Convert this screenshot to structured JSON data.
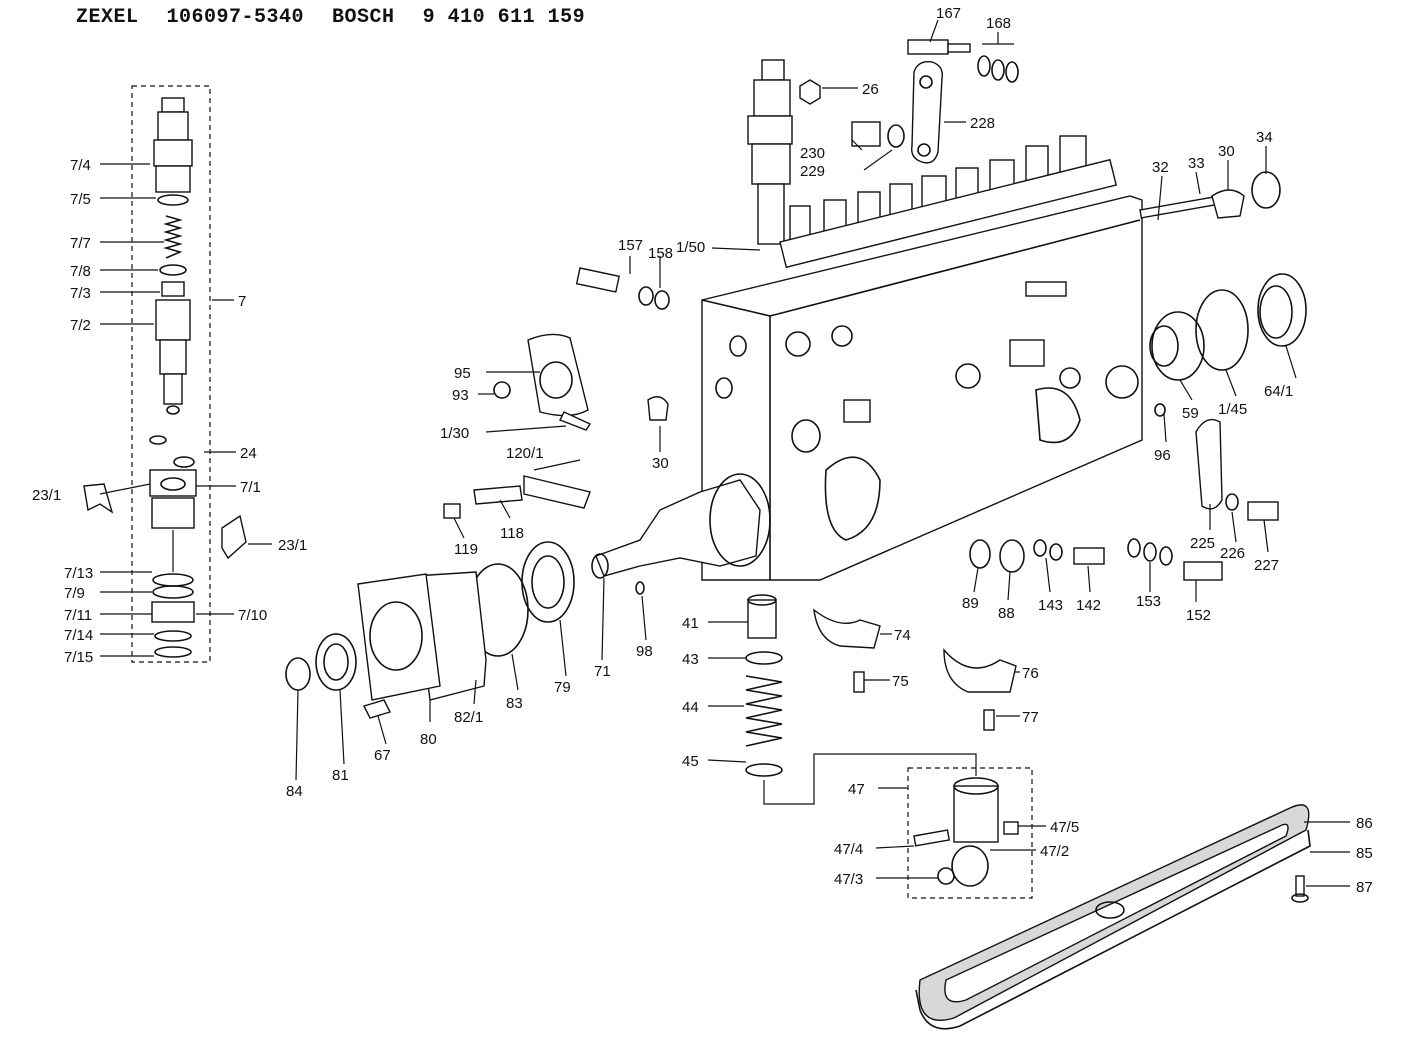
{
  "header": {
    "maker1": "ZEXEL",
    "number1": "106097-5340",
    "maker2": "BOSCH",
    "number2": "9 410 611 159"
  },
  "callouts": [
    {
      "id": "c167",
      "text": "167"
    },
    {
      "id": "c168",
      "text": "168"
    },
    {
      "id": "c26",
      "text": "26"
    },
    {
      "id": "c228",
      "text": "228"
    },
    {
      "id": "c230",
      "text": "230"
    },
    {
      "id": "c229",
      "text": "229"
    },
    {
      "id": "c32",
      "text": "32"
    },
    {
      "id": "c33",
      "text": "33"
    },
    {
      "id": "c30a",
      "text": "30"
    },
    {
      "id": "c34",
      "text": "34"
    },
    {
      "id": "c157",
      "text": "157"
    },
    {
      "id": "c158",
      "text": "158"
    },
    {
      "id": "c150",
      "text": "1/50"
    },
    {
      "id": "c74a",
      "text": "7/4"
    },
    {
      "id": "c75a",
      "text": "7/5"
    },
    {
      "id": "c77a",
      "text": "7/7"
    },
    {
      "id": "c78a",
      "text": "7/8"
    },
    {
      "id": "c73a",
      "text": "7/3"
    },
    {
      "id": "c72a",
      "text": "7/2"
    },
    {
      "id": "c7",
      "text": "7"
    },
    {
      "id": "c95",
      "text": "95"
    },
    {
      "id": "c93",
      "text": "93"
    },
    {
      "id": "c130",
      "text": "1/30"
    },
    {
      "id": "c30b",
      "text": "30"
    },
    {
      "id": "c1201",
      "text": "120/1"
    },
    {
      "id": "c24",
      "text": "24"
    },
    {
      "id": "c231a",
      "text": "23/1"
    },
    {
      "id": "c71a",
      "text": "7/1"
    },
    {
      "id": "c231b",
      "text": "23/1"
    },
    {
      "id": "c119",
      "text": "119"
    },
    {
      "id": "c118",
      "text": "118"
    },
    {
      "id": "c713",
      "text": "7/13"
    },
    {
      "id": "c79a",
      "text": "7/9"
    },
    {
      "id": "c711",
      "text": "7/11"
    },
    {
      "id": "c710",
      "text": "7/10"
    },
    {
      "id": "c714",
      "text": "7/14"
    },
    {
      "id": "c715",
      "text": "7/15"
    },
    {
      "id": "c59",
      "text": "59"
    },
    {
      "id": "c145",
      "text": "1/45"
    },
    {
      "id": "c641",
      "text": "64/1"
    },
    {
      "id": "c96",
      "text": "96"
    },
    {
      "id": "c225",
      "text": "225"
    },
    {
      "id": "c226",
      "text": "226"
    },
    {
      "id": "c227",
      "text": "227"
    },
    {
      "id": "c89",
      "text": "89"
    },
    {
      "id": "c88",
      "text": "88"
    },
    {
      "id": "c143",
      "text": "143"
    },
    {
      "id": "c142",
      "text": "142"
    },
    {
      "id": "c153",
      "text": "153"
    },
    {
      "id": "c152",
      "text": "152"
    },
    {
      "id": "c41",
      "text": "41"
    },
    {
      "id": "c43",
      "text": "43"
    },
    {
      "id": "c44",
      "text": "44"
    },
    {
      "id": "c45",
      "text": "45"
    },
    {
      "id": "c74",
      "text": "74"
    },
    {
      "id": "c75",
      "text": "75"
    },
    {
      "id": "c76",
      "text": "76"
    },
    {
      "id": "c77",
      "text": "77"
    },
    {
      "id": "c98",
      "text": "98"
    },
    {
      "id": "c71",
      "text": "71"
    },
    {
      "id": "c79",
      "text": "79"
    },
    {
      "id": "c83",
      "text": "83"
    },
    {
      "id": "c821",
      "text": "82/1"
    },
    {
      "id": "c80",
      "text": "80"
    },
    {
      "id": "c67",
      "text": "67"
    },
    {
      "id": "c81",
      "text": "81"
    },
    {
      "id": "c84",
      "text": "84"
    },
    {
      "id": "c47",
      "text": "47"
    },
    {
      "id": "c475",
      "text": "47/5"
    },
    {
      "id": "c474",
      "text": "47/4"
    },
    {
      "id": "c472",
      "text": "47/2"
    },
    {
      "id": "c473",
      "text": "47/3"
    },
    {
      "id": "c86",
      "text": "86"
    },
    {
      "id": "c85",
      "text": "85"
    },
    {
      "id": "c87",
      "text": "87"
    }
  ]
}
